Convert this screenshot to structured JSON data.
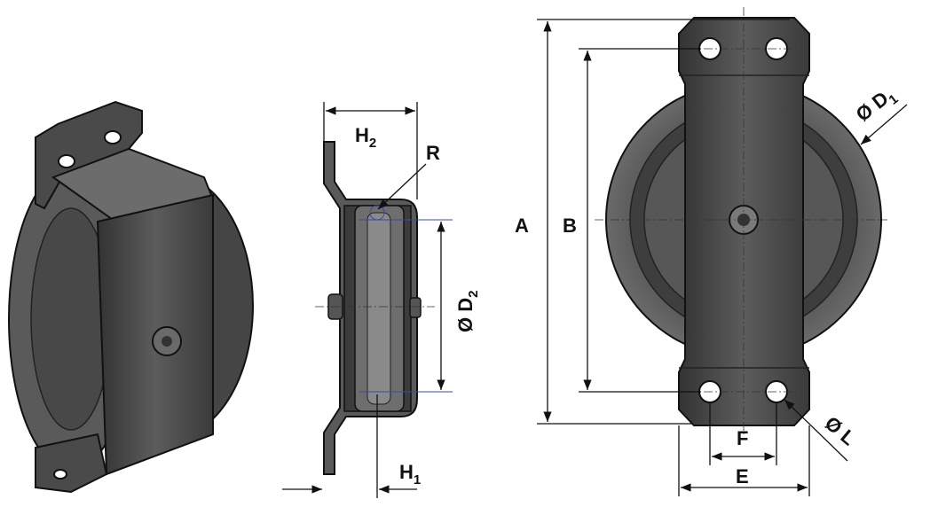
{
  "title": "Pulley with bracket dimension drawing",
  "labels": {
    "H2": {
      "main": "H",
      "sub": "2"
    },
    "R": {
      "main": "R"
    },
    "D2": {
      "main": "Ø D",
      "sub": "2"
    },
    "H1": {
      "main": "H",
      "sub": "1"
    },
    "A": {
      "main": "A"
    },
    "B": {
      "main": "B"
    },
    "D1": {
      "main": "Ø D",
      "sub": "1"
    },
    "F": {
      "main": "F"
    },
    "E": {
      "main": "E"
    },
    "L": {
      "main": "Ø L"
    }
  },
  "colors": {
    "metal_dark": "#3a3a3a",
    "metal_mid": "#5a5a5a",
    "metal_light": "#8a8a8a",
    "line": "#111111"
  }
}
